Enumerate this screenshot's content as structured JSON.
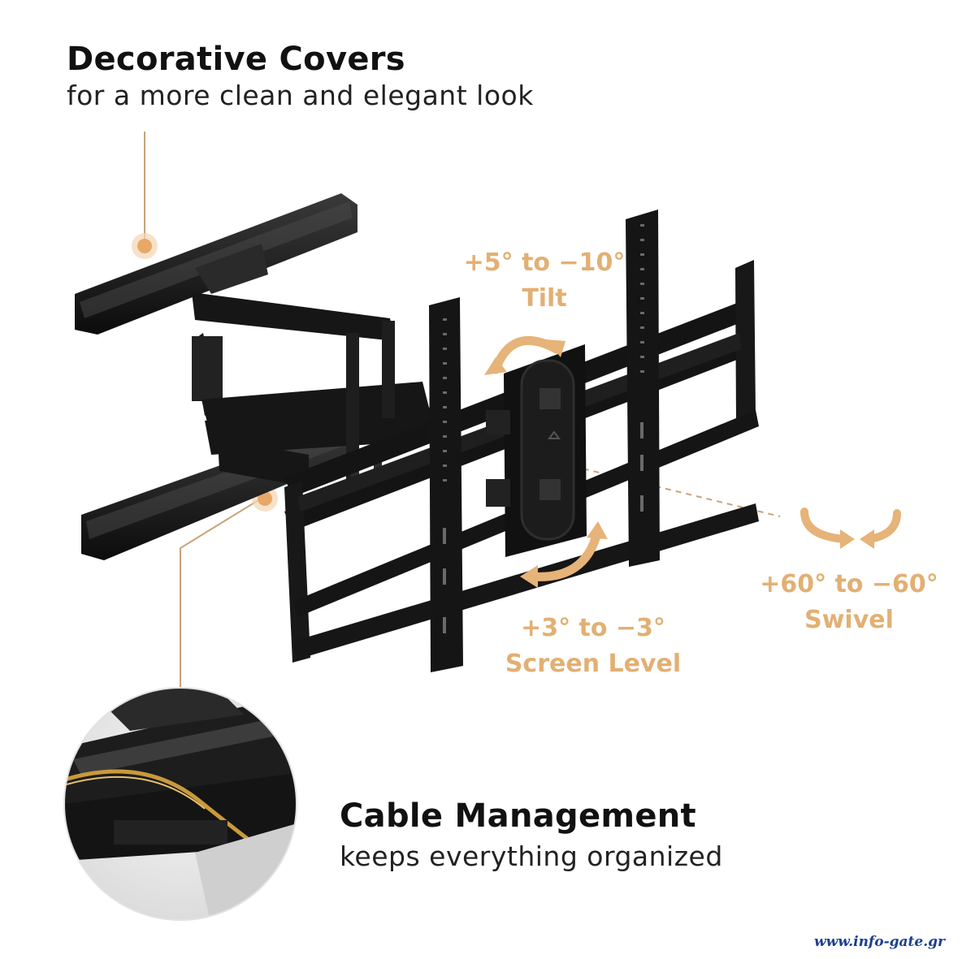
{
  "decorative_covers": {
    "title": "Decorative Covers",
    "subtitle": "for a more clean and elegant look"
  },
  "tilt": {
    "range": "+5° to −10°",
    "label": "Tilt"
  },
  "screen_level": {
    "range": "+3° to −3°",
    "label": "Screen Level"
  },
  "swivel": {
    "range": "+60° to −60°",
    "label": "Swivel"
  },
  "cable_management": {
    "title": "Cable Management",
    "subtitle": "keeps everything organized"
  },
  "watermark": "www.info-gate.gr",
  "colors": {
    "accent": "#e6b378",
    "accent_line": "#c9a27a",
    "text_dark": "#111111",
    "mount_black": "#1a1a1a",
    "watermark": "#1c3f8f"
  }
}
